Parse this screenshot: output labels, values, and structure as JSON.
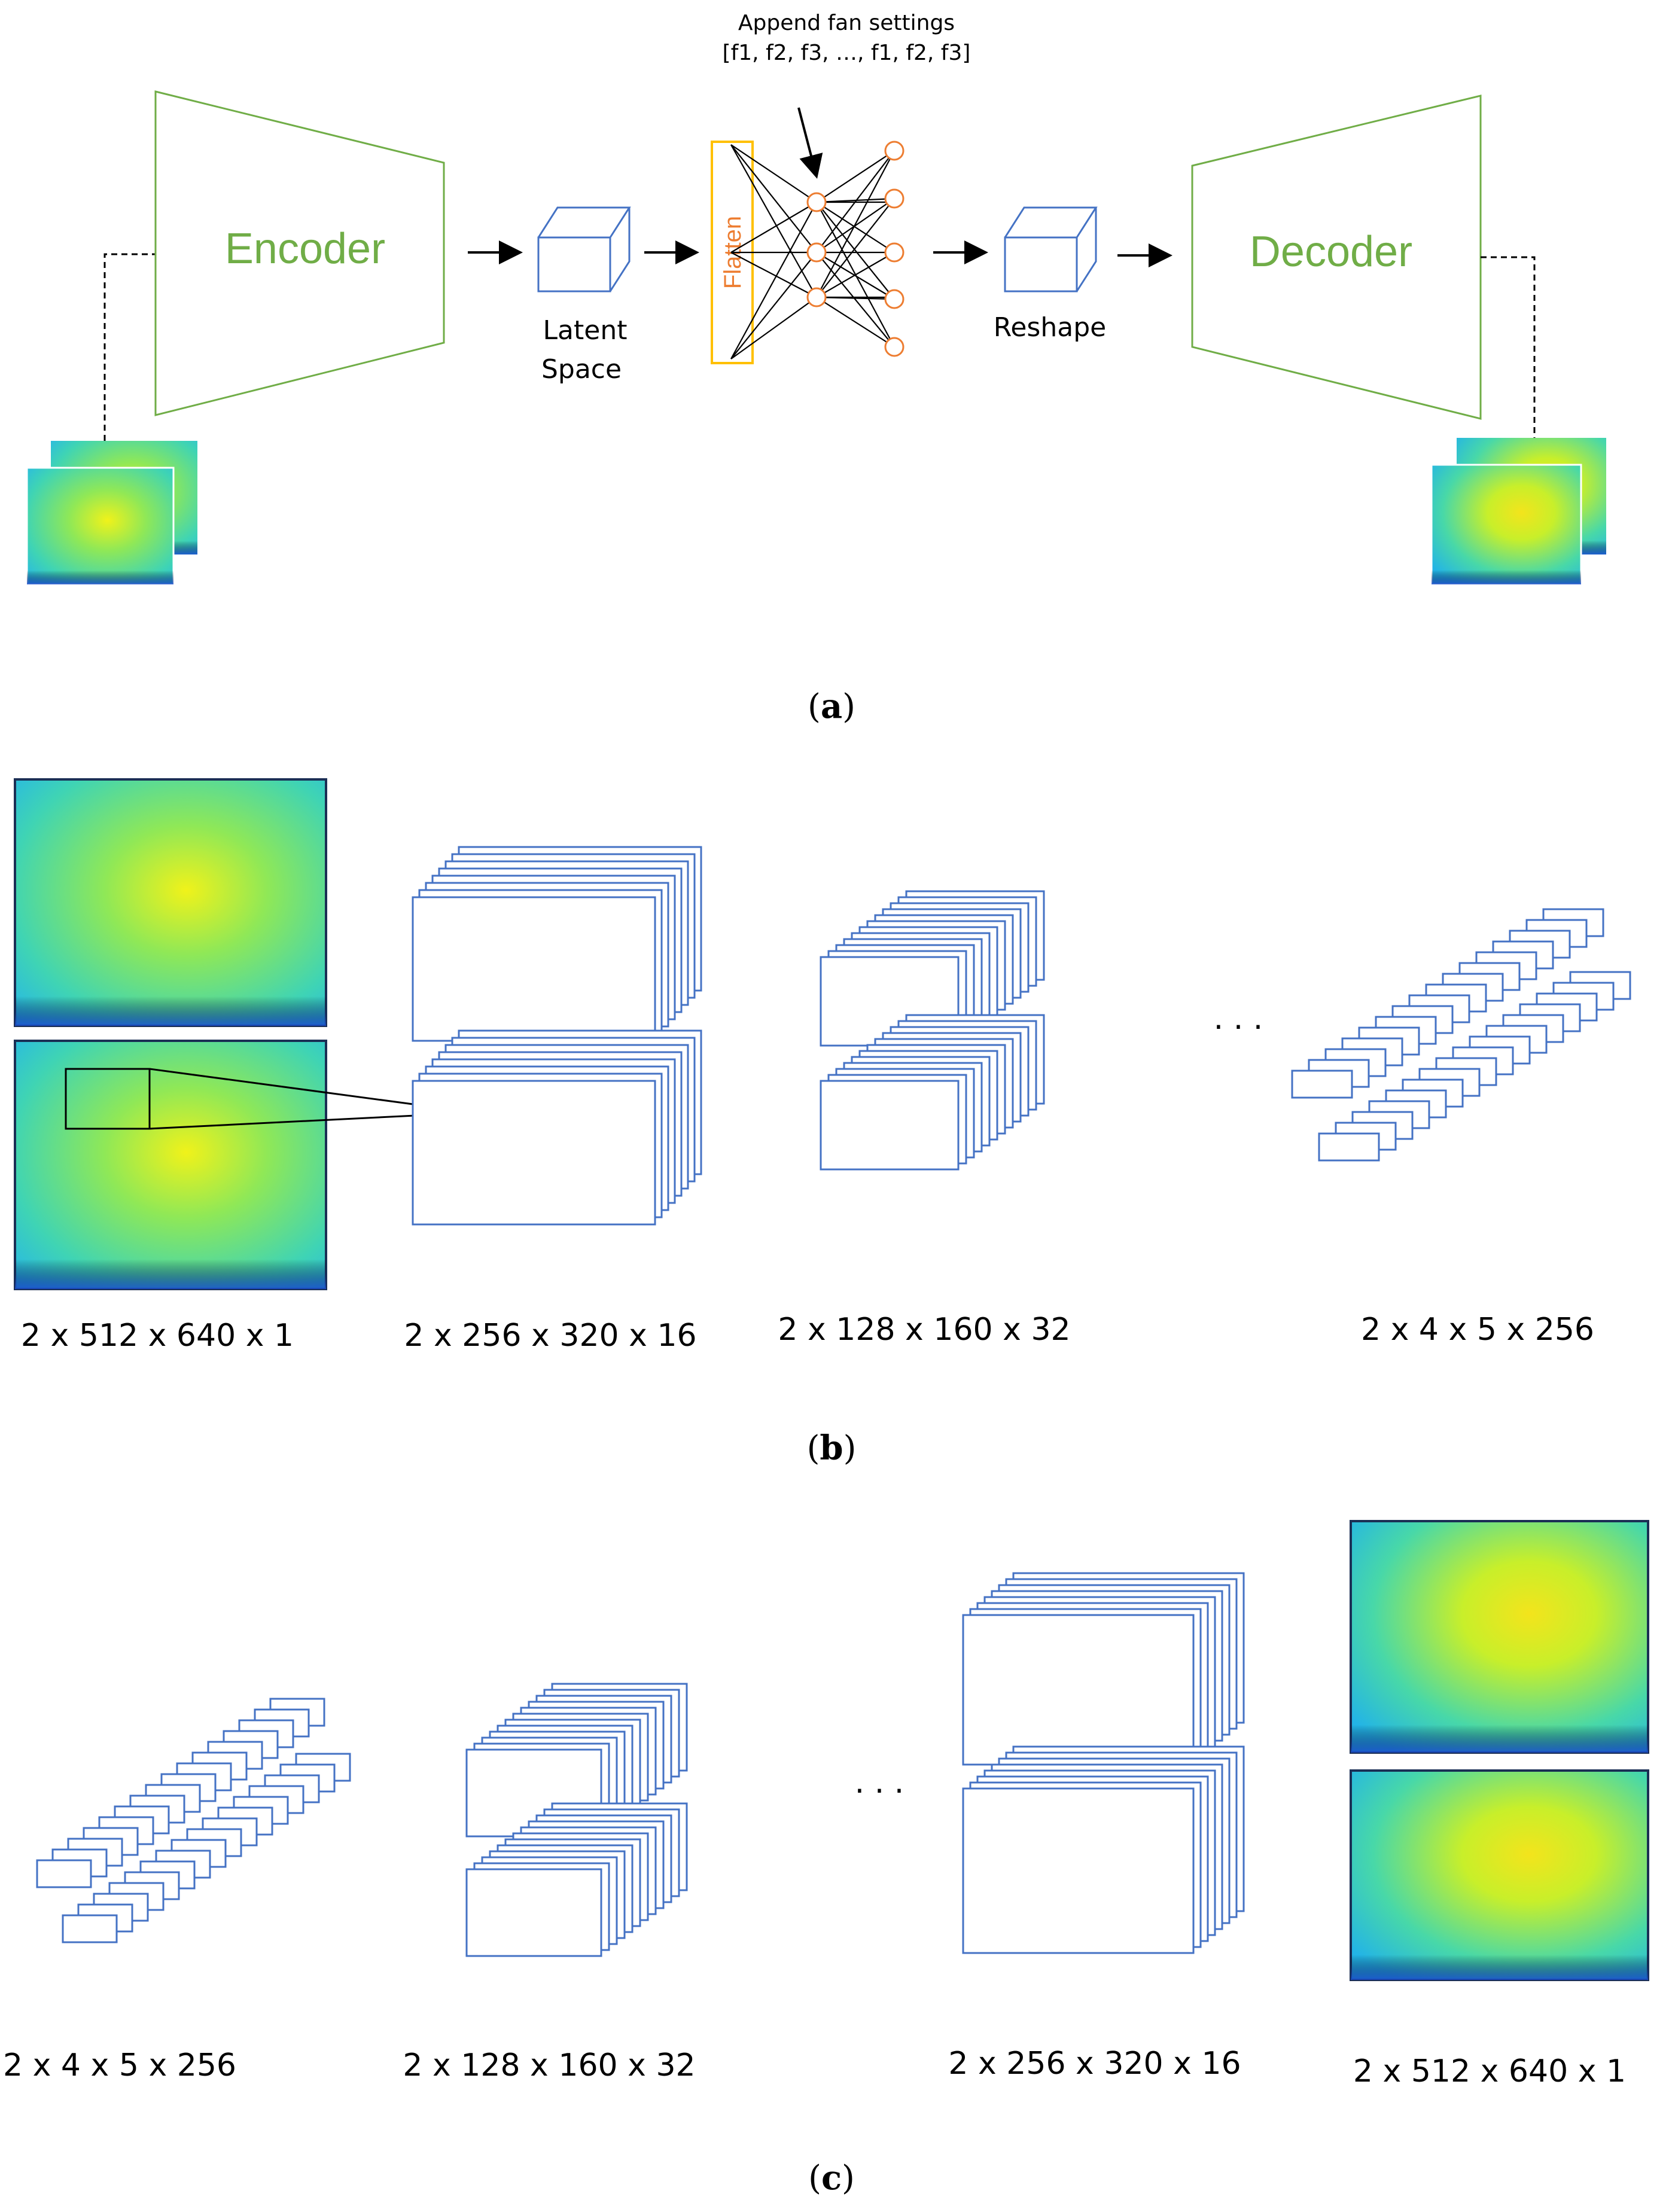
{
  "colors": {
    "encoder_decoder": "#70ad47",
    "layer_stroke": "#4472c4",
    "flatten_box": "#ffc000",
    "flatten_text": "#ed7d31",
    "neuron": "#ed7d31",
    "heatmap_edge": "#1a4fd0",
    "heatmap_mid": "#3fd4b4",
    "heatmap_peak": "#f0f21a"
  },
  "panel_a": {
    "encoder": "Encoder",
    "decoder": "Decoder",
    "latent_space_line1": "Latent",
    "latent_space_line2": "Space",
    "flatten": "Flatten",
    "append_line1": "Append fan settings",
    "append_line2": "[f1, f2, f3, …, f1, f2, f3]",
    "reshape": "Reshape",
    "caption_open": "(",
    "caption_letter": "a",
    "caption_close": ")"
  },
  "panel_b": {
    "dims": [
      "2 x 512 x 640 x 1",
      "2 x 256 x 320 x 16",
      "2 x 128 x 160 x 32",
      "2 x 4 x 5 x 256"
    ],
    "ellipsis": "· · ·",
    "caption_open": "(",
    "caption_letter": "b",
    "caption_close": ")"
  },
  "panel_c": {
    "dims": [
      "2 x 4 x 5 x 256",
      "2 x 128 x 160 x 32",
      "2 x 256 x 320 x 16",
      "2 x 512 x 640 x 1"
    ],
    "ellipsis": "· · ·",
    "caption_open": "(",
    "caption_letter": "c",
    "caption_close": ")"
  }
}
